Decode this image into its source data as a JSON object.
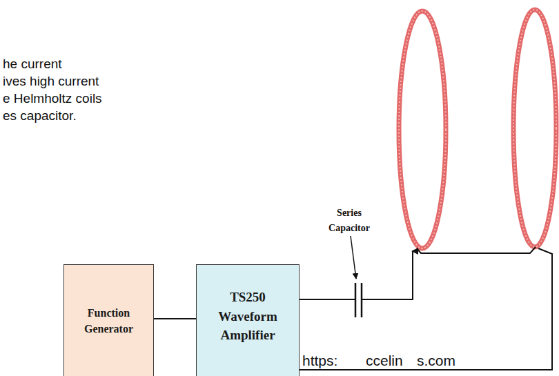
{
  "diagram": {
    "nodes": [
      {
        "text": [
          "Function Generator"
        ]
      },
      {
        "text": [
          "TS250 Waveform Amplifier"
        ]
      }
    ],
    "edges": [
      {
        "from": 0,
        "to": 1,
        "arrow": "none"
      }
    ],
    "labels": [
      "he current",
      "ives high current",
      "e Helmholtz coils",
      "es capacitor.",
      "Series Capacitor",
      "https:",
      "ccelin",
      "s.com"
    ]
  }
}
